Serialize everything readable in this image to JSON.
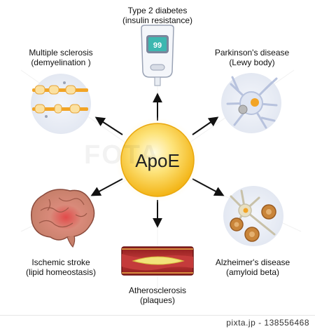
{
  "hub": {
    "label": "ApoE"
  },
  "glucometer": {
    "reading": "99"
  },
  "nodes": [
    {
      "id": "type2",
      "title": "Type 2 diabetes",
      "subtitle": "(insulin resistance)"
    },
    {
      "id": "parkinsons",
      "title": "Parkinson's disease",
      "subtitle": "(Lewy body)"
    },
    {
      "id": "alzheimers",
      "title": "Alzheimer's disease",
      "subtitle": "(amyloid beta)"
    },
    {
      "id": "athero",
      "title": "Atherosclerosis",
      "subtitle": "(plaques)"
    },
    {
      "id": "stroke",
      "title": "Ischemic stroke",
      "subtitle": "(lipid homeostasis)"
    },
    {
      "id": "ms",
      "title": "Multiple sclerosis",
      "subtitle": "(demyelination )"
    }
  ],
  "watermark": "FOTA",
  "footer": {
    "credit": "pixta.jp - 138556468"
  },
  "colors": {
    "hub_fill": "#f6c62b",
    "hub_glow": "#fff6c8",
    "arrow": "#111111",
    "brain": "#c77f6a",
    "plaque": "#f2e27a"
  }
}
